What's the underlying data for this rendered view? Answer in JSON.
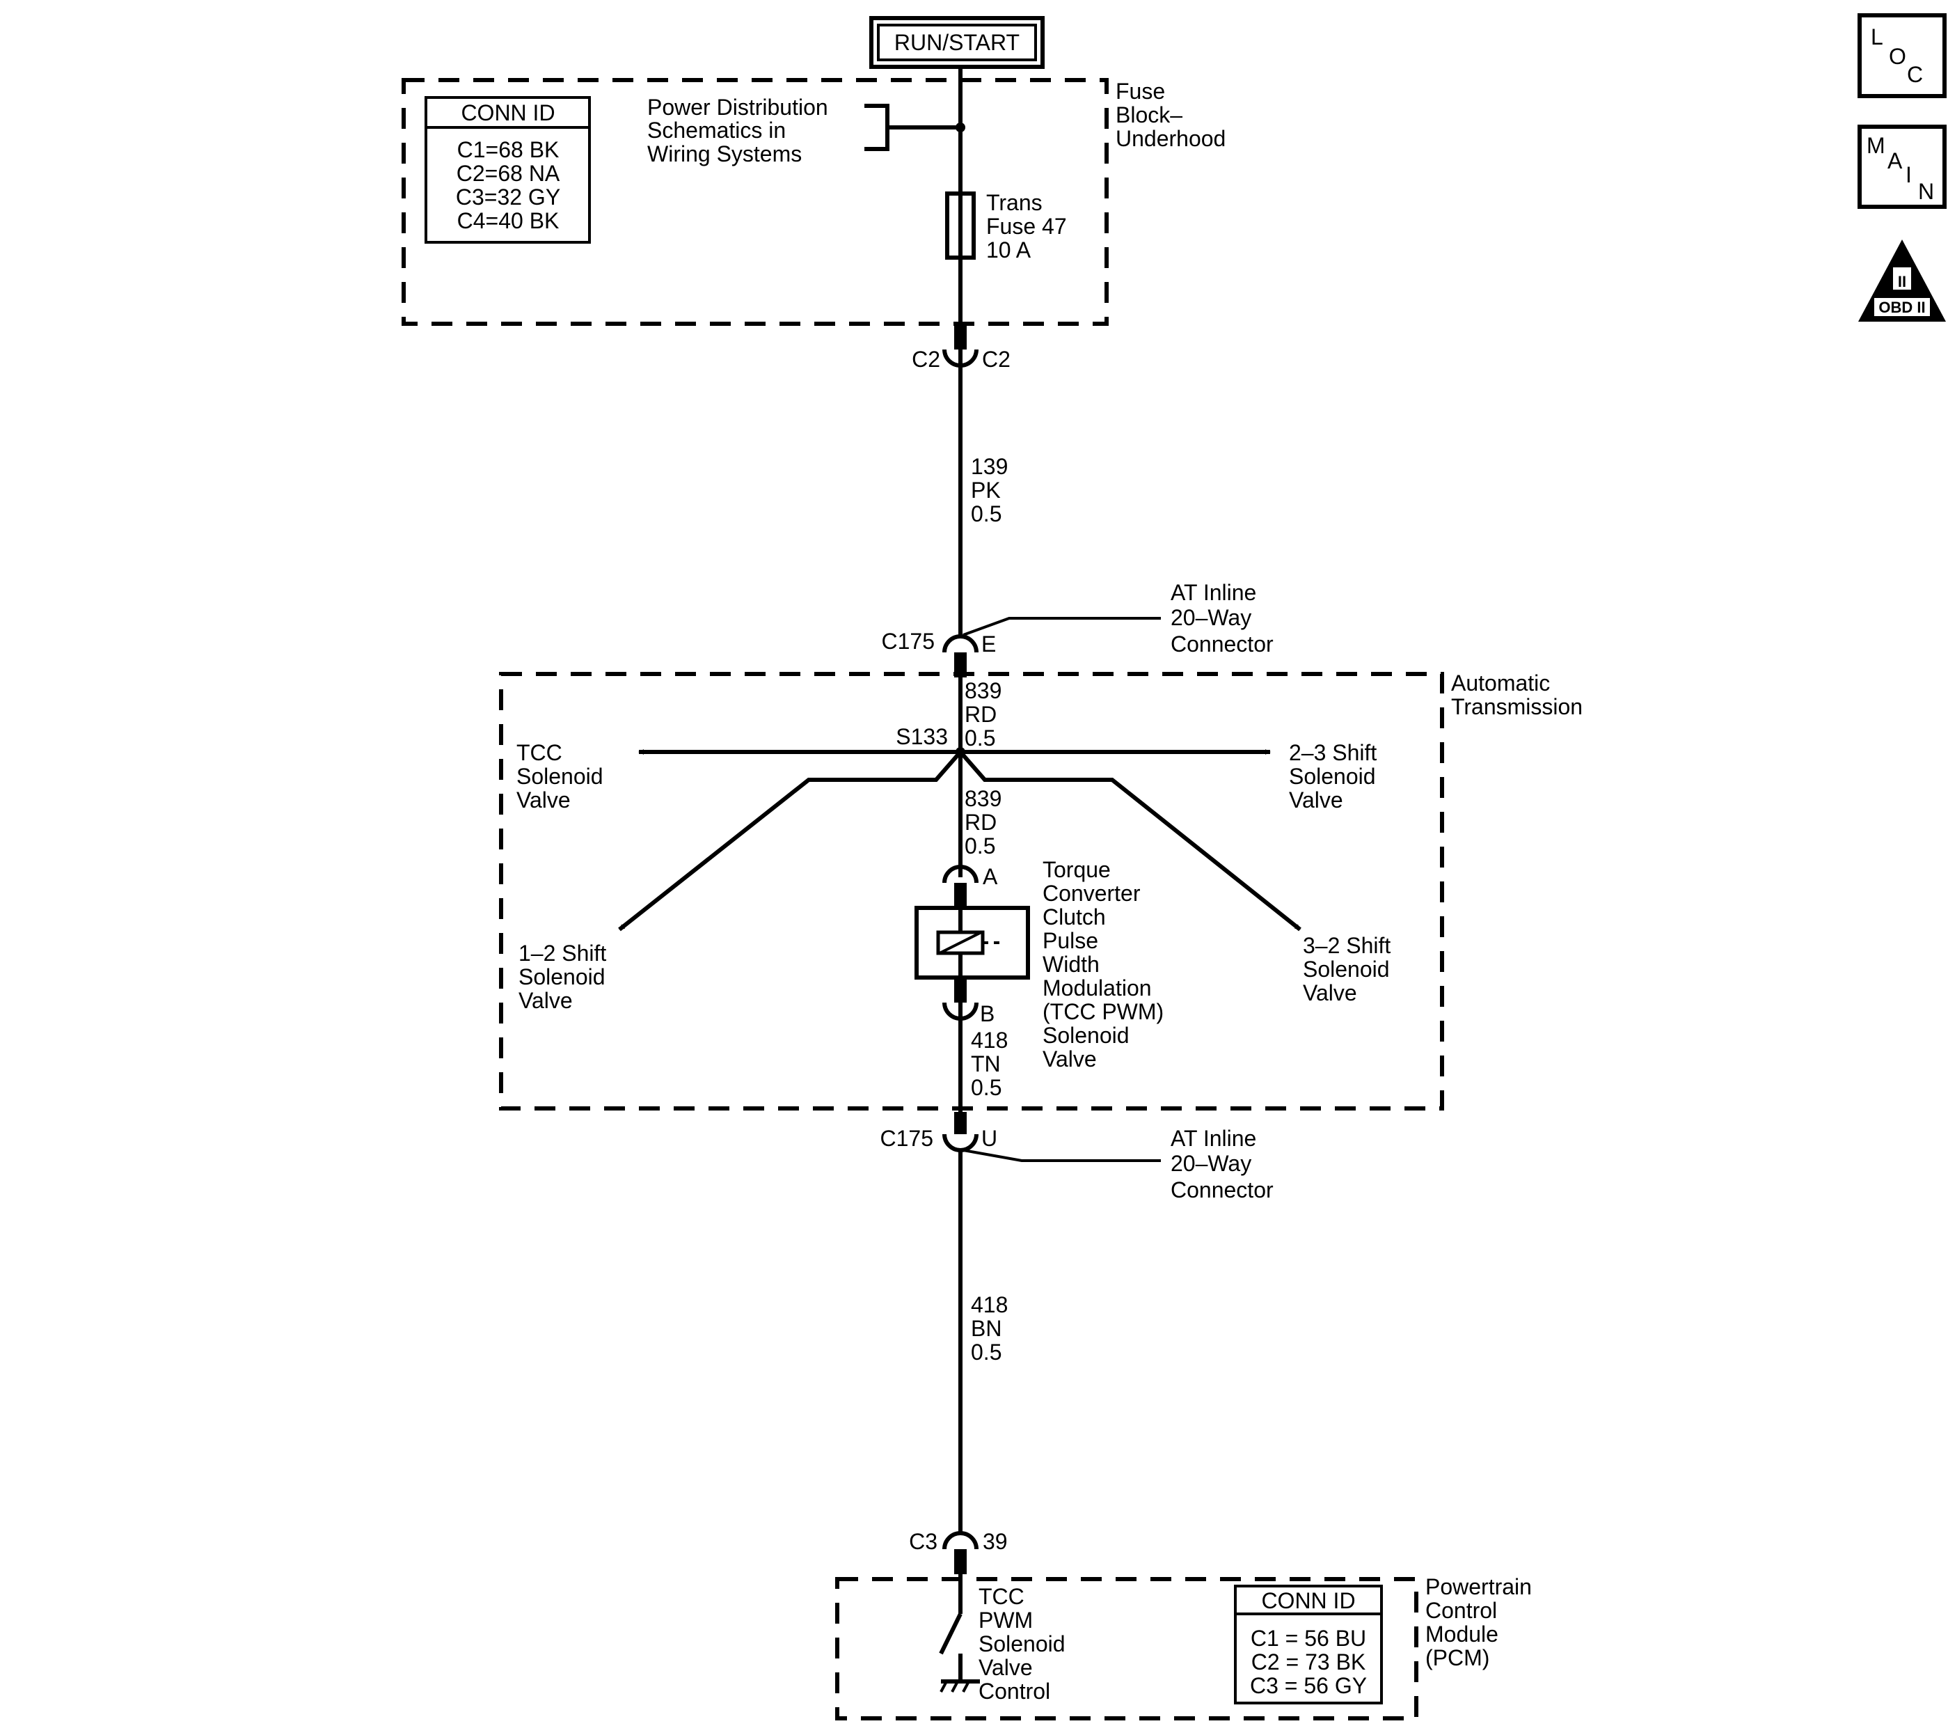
{
  "power_source": "RUN/START",
  "fuse_block": {
    "name": [
      "Fuse",
      "Block–",
      "Underhood"
    ],
    "conn_id": {
      "header": "CONN ID",
      "rows": [
        "C1=68 BK",
        "C2=68 NA",
        "C3=32 GY",
        "C4=40 BK"
      ]
    },
    "power_ref": [
      "Power Distribution",
      "Schematics in",
      "Wiring Systems"
    ],
    "fuse": [
      "Trans",
      "Fuse 47",
      "10 A"
    ],
    "connector_left": "C2",
    "connector_right": "C2"
  },
  "wire_139": [
    "139",
    "PK",
    "0.5"
  ],
  "c175_top": {
    "id": "C175",
    "pin": "E",
    "desc": [
      "AT Inline",
      "20–Way",
      "Connector"
    ]
  },
  "transmission": {
    "name": [
      "Automatic",
      "Transmission"
    ],
    "wire_839_top": [
      "839",
      "RD",
      "0.5"
    ],
    "splice": "S133",
    "tcc_solenoid": [
      "TCC",
      "Solenoid",
      "Valve"
    ],
    "shift_23": [
      "2–3 Shift",
      "Solenoid",
      "Valve"
    ],
    "shift_12": [
      "1–2 Shift",
      "Solenoid",
      "Valve"
    ],
    "shift_32": [
      "3–2 Shift",
      "Solenoid",
      "Valve"
    ],
    "wire_839_bottom": [
      "839",
      "RD",
      "0.5"
    ],
    "pin_a": "A",
    "pin_b": "B",
    "pwm_solenoid": [
      "Torque",
      "Converter",
      "Clutch",
      "Pulse",
      "Width",
      "Modulation",
      "(TCC PWM)",
      "Solenoid",
      "Valve"
    ],
    "wire_418_tn": [
      "418",
      "TN",
      "0.5"
    ]
  },
  "c175_bottom": {
    "id": "C175",
    "pin": "U",
    "desc": [
      "AT Inline",
      "20–Way",
      "Connector"
    ]
  },
  "wire_418_bn": [
    "418",
    "BN",
    "0.5"
  ],
  "pcm": {
    "connector": "C3",
    "pin": "39",
    "name": [
      "Powertrain",
      "Control",
      "Module",
      "(PCM)"
    ],
    "control": [
      "TCC",
      "PWM",
      "Solenoid",
      "Valve",
      "Control"
    ],
    "conn_id": {
      "header": "CONN ID",
      "rows": [
        "C1 = 56 BU",
        "C2 = 73 BK",
        "C3 = 56 GY"
      ]
    }
  },
  "side_icons": {
    "loc": [
      "L",
      "O",
      "C"
    ],
    "main": [
      "M",
      "A",
      "I",
      "N"
    ],
    "obd": [
      "II",
      "OBD II"
    ]
  }
}
